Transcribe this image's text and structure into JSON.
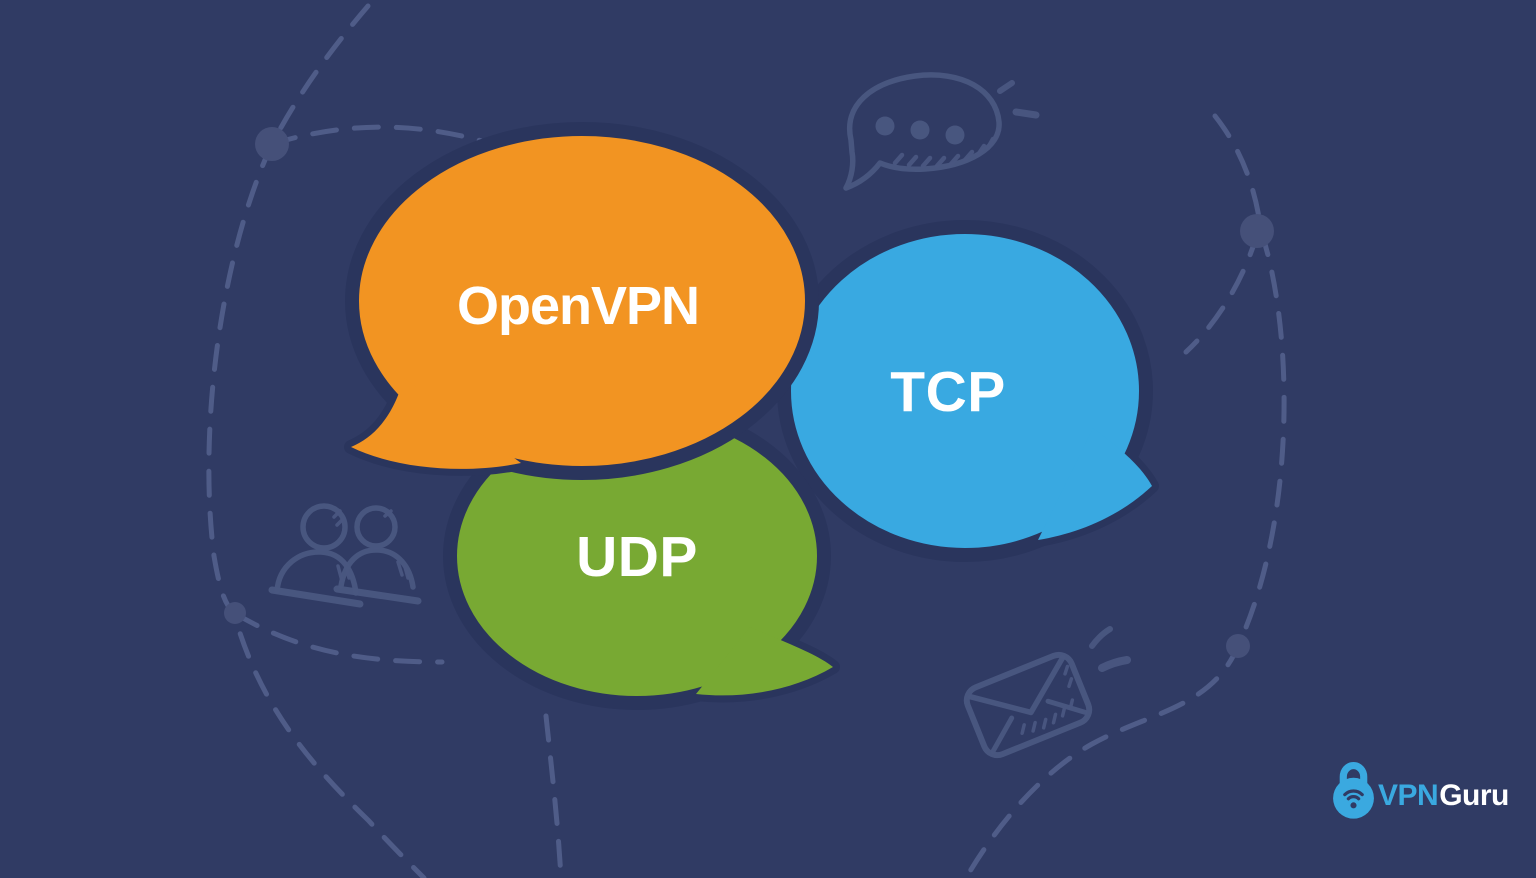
{
  "title": "OpenVPN TCP vs UDP illustration",
  "colors": {
    "bg": "#303B64",
    "outline": "#2A355D",
    "dash": "#53608C",
    "dot": "#455079",
    "doodle": "#4A5781",
    "label": "#FFFFFF",
    "logoblue": "#3AA9E0"
  },
  "bubbles": [
    {
      "id": "openvpn",
      "label": "OpenVPN",
      "color": "#F29422",
      "shape": "speech-bubble",
      "tail": "bottom-left"
    },
    {
      "id": "tcp",
      "label": "TCP",
      "color": "#39A9E1",
      "shape": "speech-bubble",
      "tail": "bottom-right"
    },
    {
      "id": "udp",
      "label": "UDP",
      "color": "#78A933",
      "shape": "speech-bubble",
      "tail": "bottom-right"
    }
  ],
  "logo": {
    "brand_primary": "VPN",
    "brand_secondary": "Guru",
    "icon": "padlock-wifi-icon"
  },
  "decorations": {
    "icons": [
      "chat-bubble-doodle",
      "two-people-doodle",
      "envelope-doodle"
    ],
    "orbit_style": "dashed-curves",
    "orbit_nodes": 4
  }
}
